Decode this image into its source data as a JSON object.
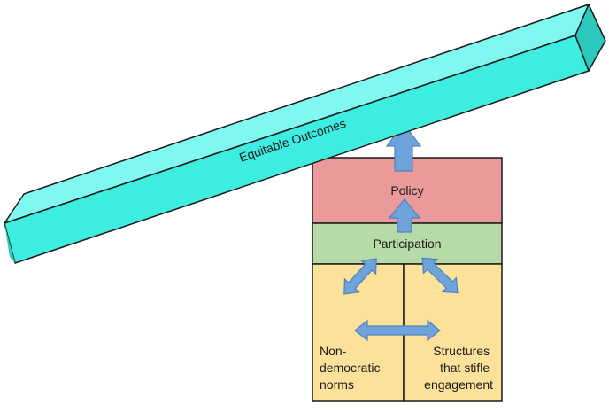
{
  "diagram": {
    "beam": {
      "label": "Equitable Outcomes",
      "colors": {
        "front": "#3DEDE0",
        "top": "#7FF8EF",
        "end": "#2BC9BD",
        "stroke": "#1a1a1a"
      }
    },
    "blocks": {
      "policy": {
        "label": "Policy",
        "color": "#EA9A98"
      },
      "participation": {
        "label": "Participation",
        "color": "#B7DBA7"
      },
      "barriers_color": "#FCE19A",
      "non_democratic_norms": {
        "lines": [
          "Non-",
          "democratic",
          "norms"
        ]
      },
      "structures": {
        "lines": [
          "Structures",
          "that stifle",
          "engagement"
        ]
      }
    },
    "arrow_color": "#6FA3DC",
    "arrow_stroke": "#4F82BD"
  }
}
